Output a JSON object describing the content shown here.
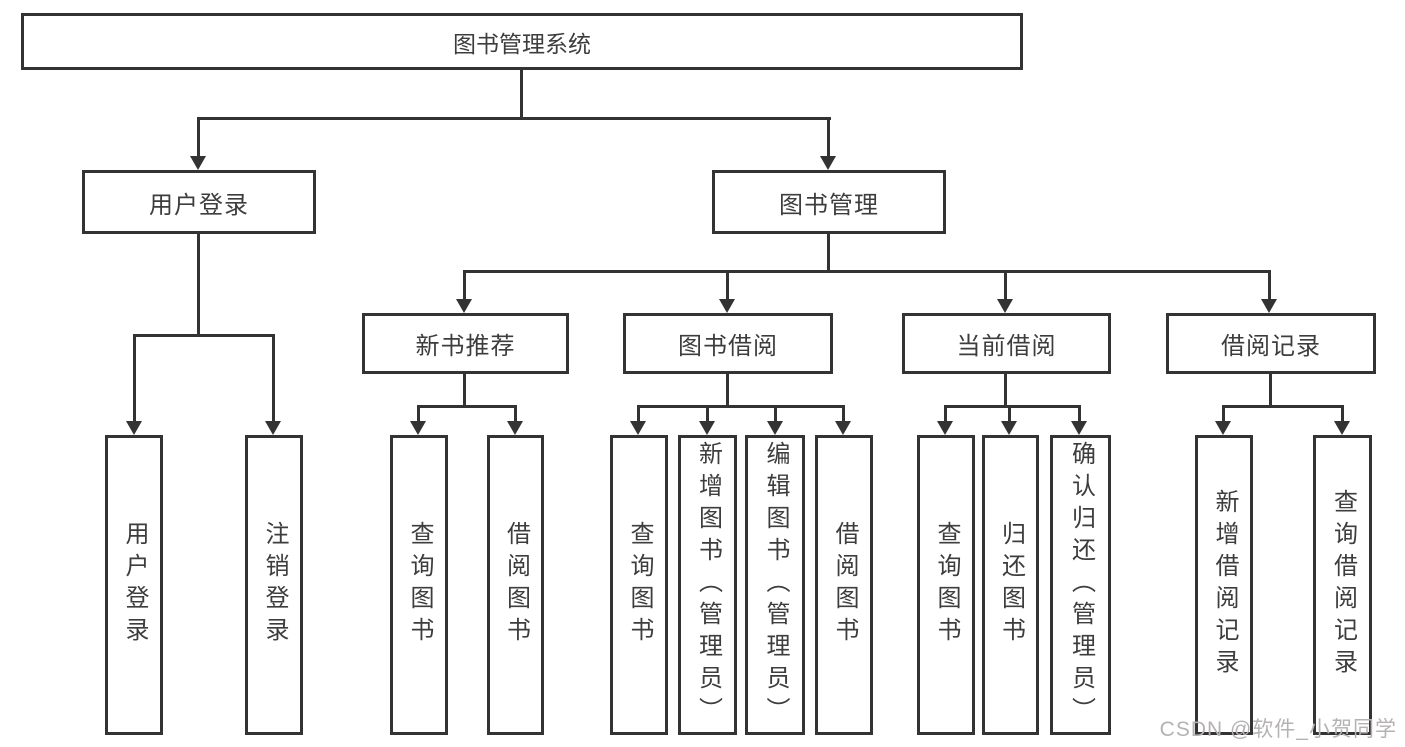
{
  "diagram": {
    "root": {
      "label": "图书管理系统"
    },
    "branches": [
      {
        "label": "用户登录",
        "children": [
          {
            "label": "用户登录"
          },
          {
            "label": "注销登录"
          }
        ]
      },
      {
        "label": "图书管理",
        "children": [
          {
            "label": "新书推荐",
            "children": [
              {
                "label": "查询图书"
              },
              {
                "label": "借阅图书"
              }
            ]
          },
          {
            "label": "图书借阅",
            "children": [
              {
                "label": "查询图书"
              },
              {
                "label": "新增图书（管理员）"
              },
              {
                "label": "编辑图书（管理员）"
              },
              {
                "label": "借阅图书"
              }
            ]
          },
          {
            "label": "当前借阅",
            "children": [
              {
                "label": "查询图书"
              },
              {
                "label": "归还图书"
              },
              {
                "label": "确认归还（管理员）"
              }
            ]
          },
          {
            "label": "借阅记录",
            "children": [
              {
                "label": "新增借阅记录"
              },
              {
                "label": "查询借阅记录"
              }
            ]
          }
        ]
      }
    ]
  },
  "watermark": {
    "text": "CSDN @软件_小贺同学"
  },
  "colors": {
    "line": "#333333",
    "text": "#3d3d3d",
    "watermark": "#b5b2b2",
    "background": "#ffffff"
  }
}
